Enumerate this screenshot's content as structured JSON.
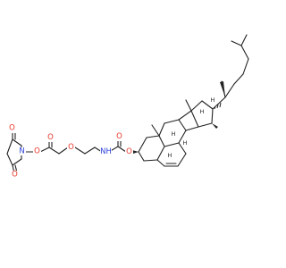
{
  "molecule": {
    "atoms": {
      "o_succ_top": "O",
      "o_succ_bottom": "O",
      "n_succ": "N",
      "o_nos": "O",
      "o_ester_dbl": "O",
      "o_ether": "O",
      "n_carbamate": "NH",
      "o_carbamate_dbl": "O",
      "o_carbamate": "O"
    },
    "stereo_h": {
      "h8": "H",
      "h9": "H",
      "h14": "H",
      "h17": "H",
      "h20": "H"
    }
  },
  "colors": {
    "bond": "#222222",
    "oxygen": "#e8372a",
    "nitrogen": "#2b3fd8",
    "carbon_text": "#222222",
    "background": "#ffffff"
  }
}
